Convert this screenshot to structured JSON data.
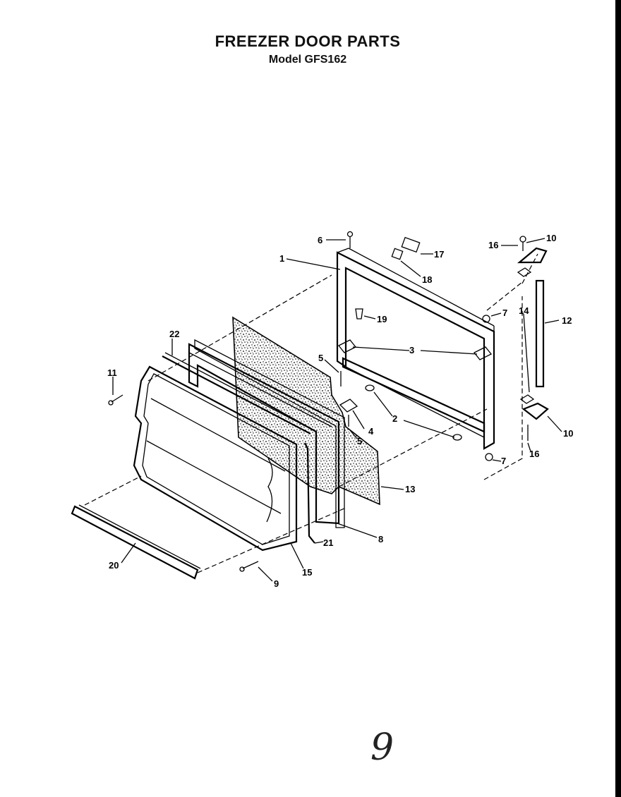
{
  "title": "FREEZER DOOR PARTS",
  "subtitle": "Model GFS162",
  "page_number": "9",
  "callouts": [
    "1",
    "2",
    "2",
    "3",
    "3",
    "4",
    "5",
    "5",
    "6",
    "7",
    "7",
    "8",
    "9",
    "10",
    "10",
    "11",
    "12",
    "13",
    "14",
    "15",
    "16",
    "16",
    "17",
    "18",
    "19",
    "20",
    "21",
    "22"
  ]
}
